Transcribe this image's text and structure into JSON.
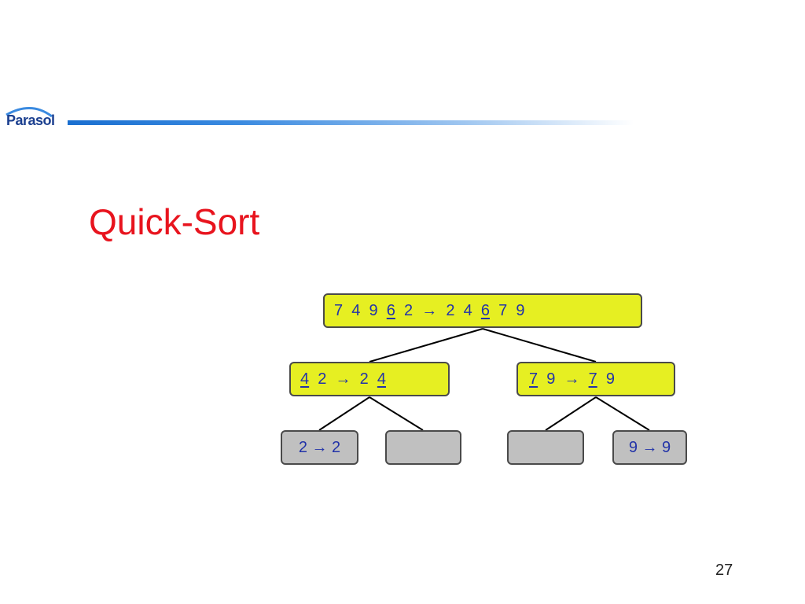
{
  "logo": {
    "text": "Parasol"
  },
  "slide": {
    "title": "Quick-Sort",
    "page_number": "27"
  },
  "tree": {
    "root": {
      "input": [
        "7",
        "4",
        "9",
        "6",
        "2"
      ],
      "input_pivot_index": 3,
      "arrow": "→",
      "output": [
        "2",
        "4",
        "6",
        "7",
        "9"
      ],
      "output_pivot_index": 2
    },
    "left": {
      "input": [
        "4",
        "2"
      ],
      "input_pivot_index": 0,
      "arrow": "→",
      "output": [
        "2",
        "4"
      ],
      "output_pivot_index": 1
    },
    "right": {
      "input": [
        "7",
        "9"
      ],
      "input_pivot_index": 0,
      "arrow": "→",
      "output": [
        "7",
        "9"
      ],
      "output_pivot_index": 0
    },
    "left_left": {
      "text": "2 → 2",
      "empty": false
    },
    "left_right": {
      "text": "",
      "empty": true
    },
    "right_left": {
      "text": "",
      "empty": true
    },
    "right_right": {
      "text": "9 → 9",
      "empty": false
    }
  },
  "colors": {
    "title": "#e8141e",
    "node_active": "#e6ef22",
    "node_leaf": "#c0c0c0",
    "node_text": "#2233a8",
    "header_bar": "#1a6fd0"
  }
}
